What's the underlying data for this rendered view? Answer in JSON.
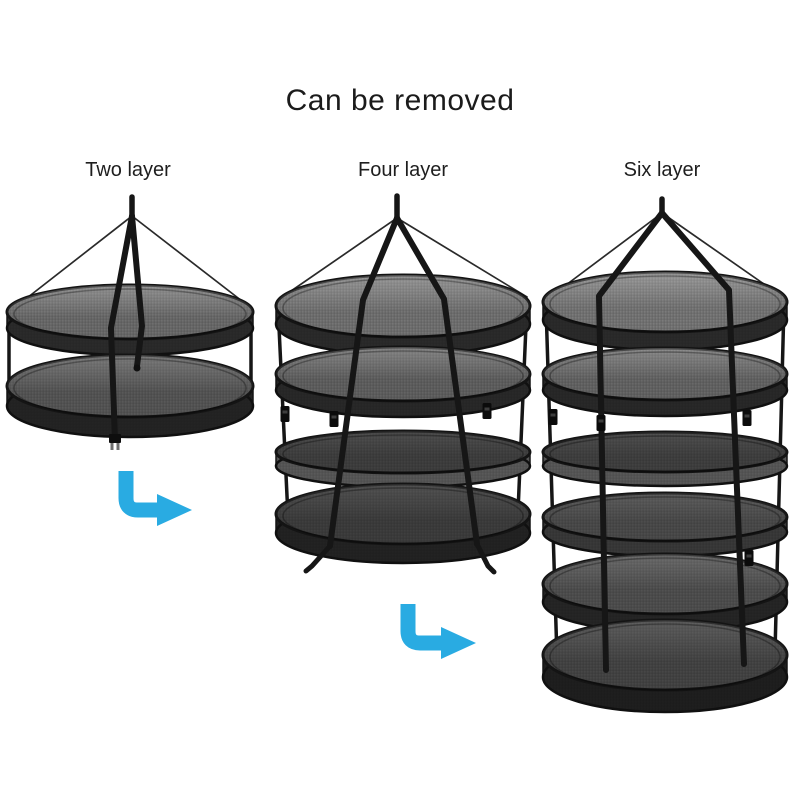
{
  "page": {
    "title": "Can be removed",
    "background_color": "#ffffff",
    "text_color": "#1b1b1b"
  },
  "variants": [
    {
      "label": "Two layer",
      "layers": 2
    },
    {
      "label": "Four layer",
      "layers": 4
    },
    {
      "label": "Six layer",
      "layers": 6
    }
  ],
  "arrows": {
    "icon": "corner-down-right-arrow-icon",
    "count": 2,
    "color": "#29abe2"
  },
  "product_colors": {
    "frame": "#161616",
    "mesh": "#6b6b6b"
  }
}
